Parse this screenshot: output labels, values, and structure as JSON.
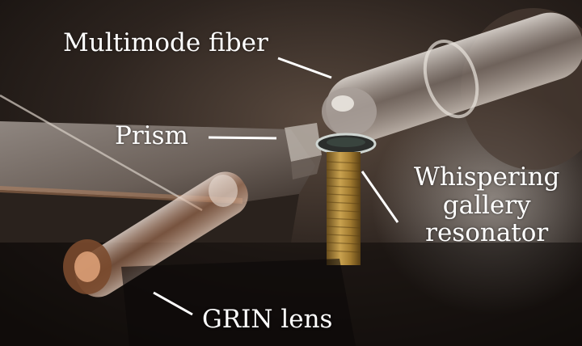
{
  "labels": {
    "multimode_fiber": "Multimode fiber",
    "prism": "Prism",
    "whispering_gallery_resonator": [
      "Whispering",
      "gallery",
      "resonator"
    ],
    "grin_lens": "GRIN lens"
  },
  "colors": {
    "label_text": "#ffffff",
    "pointer_line": "#ffffff",
    "background_dark": "#1a1512",
    "brass_post": "#b08a3a",
    "glass_tint": "#c9c0b6"
  }
}
